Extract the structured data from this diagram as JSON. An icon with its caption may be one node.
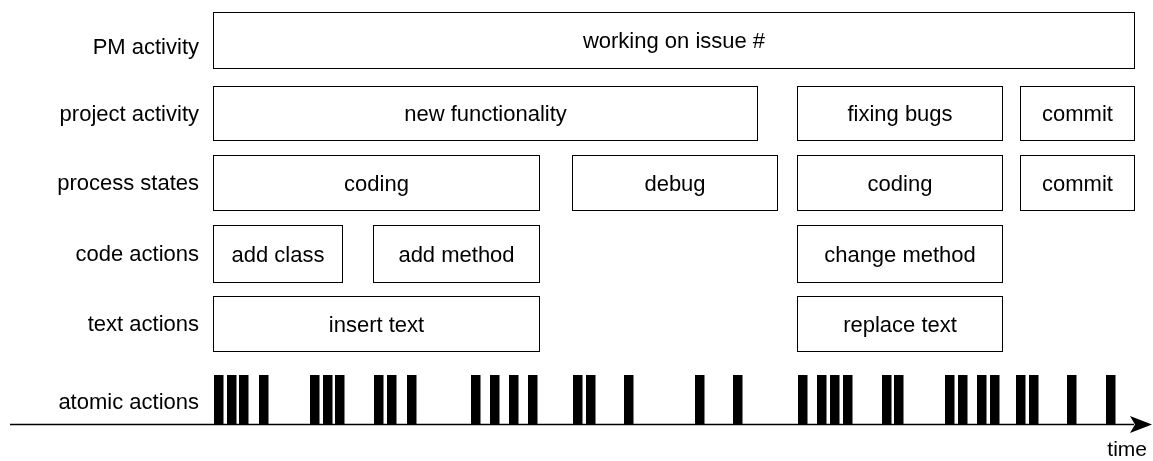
{
  "diagram": {
    "nodes": [
      {
        "text": [
          "working on issue #"
        ]
      },
      {
        "text": [
          "new functionality"
        ]
      },
      {
        "text": [
          "fixing bugs"
        ]
      },
      {
        "text": [
          "commit"
        ]
      },
      {
        "text": [
          "coding"
        ]
      },
      {
        "text": [
          "debug"
        ]
      },
      {
        "text": [
          "coding"
        ]
      },
      {
        "text": [
          "commit"
        ]
      },
      {
        "text": [
          "add class"
        ]
      },
      {
        "text": [
          "add method"
        ]
      },
      {
        "text": [
          "change method"
        ]
      },
      {
        "text": [
          "insert text"
        ]
      },
      {
        "text": [
          "replace text"
        ]
      }
    ],
    "labels": [
      "PM activity",
      "project activity",
      "process states",
      "code actions",
      "text actions",
      "atomic actions",
      "time"
    ]
  }
}
